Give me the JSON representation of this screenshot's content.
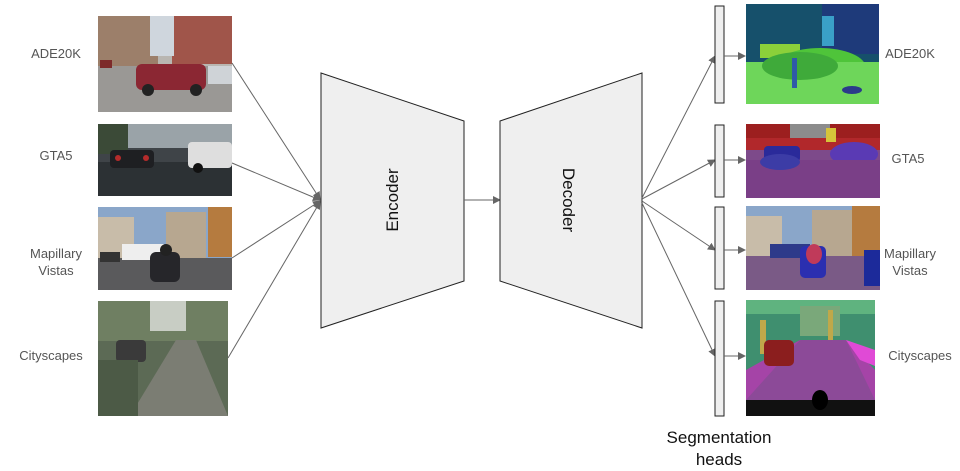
{
  "inputs": [
    {
      "label": "ADE20K"
    },
    {
      "label": "GTA5"
    },
    {
      "label_lines": [
        "Mapillary",
        "Vistas"
      ]
    },
    {
      "label": "Cityscapes"
    }
  ],
  "encoder_label": "Encoder",
  "decoder_label": "Decoder",
  "outputs": [
    {
      "label": "ADE20K"
    },
    {
      "label": "GTA5"
    },
    {
      "label_lines": [
        "Mapillary",
        "Vistas"
      ]
    },
    {
      "label": "Cityscapes"
    }
  ],
  "caption_lines": [
    "Segmentation",
    "heads"
  ]
}
